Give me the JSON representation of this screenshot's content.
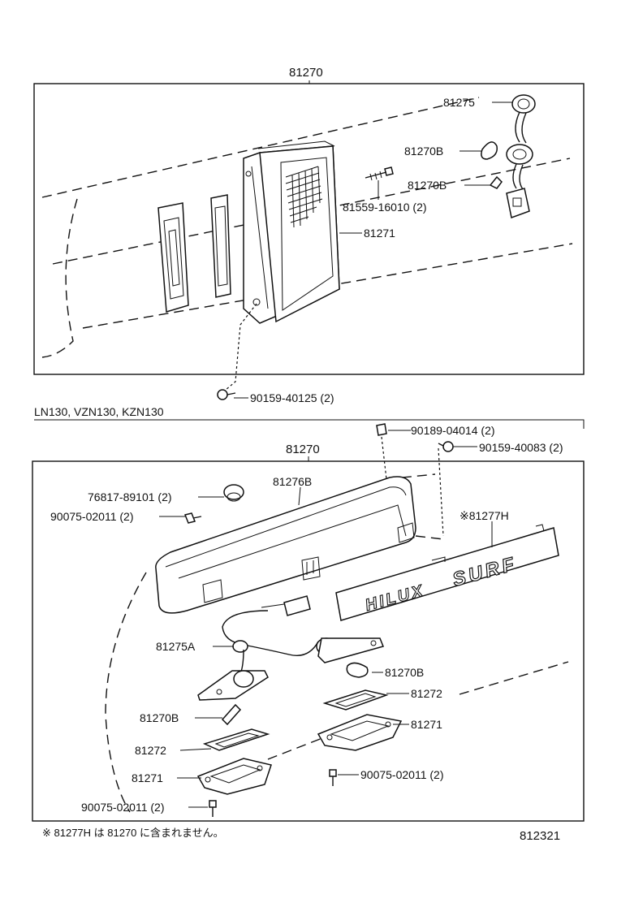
{
  "top_section": {
    "assembly_no": "81270",
    "parts": {
      "socket": "81275",
      "bulb_a": "81270B",
      "bulb_b": "81270B",
      "screw": "81559-16010 (2)",
      "housing": "81271",
      "bolt": "90159-40125 (2)"
    }
  },
  "variant_label": "LN130, VZN130, KZN130",
  "bottom_section": {
    "clip": "90189-04014 (2)",
    "nut": "90159-40083 (2)",
    "assembly_no": "81270",
    "lamp_housing": "81276B",
    "grommet": "76817-89101 (2)",
    "screw_top": "90075-02011 (2)",
    "garnish": "※81277H",
    "garnish_text_1": "HILUX",
    "garnish_text_2": "SURF",
    "socket": "81275A",
    "bulb_right": "81270B",
    "lens_right": "81272",
    "housing_right": "81271",
    "bulb_left": "81270B",
    "lens_left": "81272",
    "housing_left": "81271",
    "screw_right": "90075-02011 (2)",
    "screw_left": "90075-02011 (2)"
  },
  "footnote": "※ 81277H は 81270 に含まれません。",
  "figure_no": "812321"
}
